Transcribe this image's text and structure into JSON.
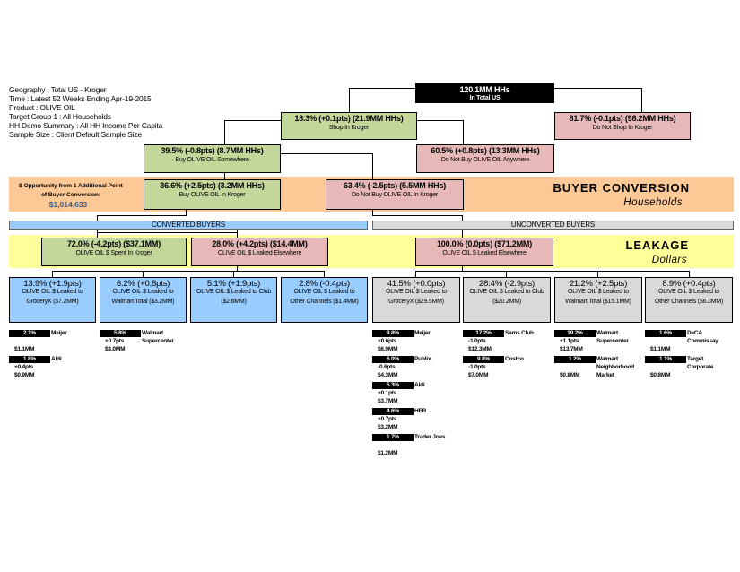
{
  "info": [
    "Geography : Total US - Kroger",
    "Time : Latest 52 Weeks Ending Apr-19-2015",
    "Product : OLIVE OIL",
    "Target Group 1 : All Households",
    "HH Demo Summary : All HH Income Per Capita",
    "Sample Size : Client Default Sample Size"
  ],
  "tree": {
    "total": {
      "title": "120.1MM HHs",
      "sub": "In Total US"
    },
    "shop": {
      "title": "18.3% (+0.1pts) (21.9MM HHs)",
      "sub": "Shop In Kroger"
    },
    "no_shop": {
      "title": "81.7% (-0.1pts) (98.2MM HHs)",
      "sub": "Do Not Shop In Kroger"
    },
    "buy_somewhere": {
      "title": "39.5% (-0.8pts) (8.7MM HHs)",
      "sub": "Buy OLIVE OIL Somewhere"
    },
    "no_buy_anywhere": {
      "title": "60.5% (+0.8pts) (13.3MM HHs)",
      "sub": "Do Not Buy OLIVE OIL Anywhere"
    },
    "buy_kroger": {
      "title": "36.6% (+2.5pts) (3.2MM HHs)",
      "sub": "Buy OLIVE OIL In Kroger"
    },
    "no_buy_kroger": {
      "title": "63.4% (-2.5pts) (5.5MM HHs)",
      "sub": "Do Not Buy OLIVE OIL In Kroger"
    }
  },
  "opportunity": {
    "line1": "$ Opportunity from 1 Additional Point",
    "line2": "of Buyer Conversion:",
    "value": "$1,014,633"
  },
  "buyer_conversion": {
    "title": "BUYER CONVERSION",
    "subtitle": "Households"
  },
  "leakage": {
    "title": "LEAKAGE",
    "subtitle": "Dollars"
  },
  "converted_label": "CONVERTED BUYERS",
  "unconverted_label": "UNCONVERTED BUYERS",
  "leak": {
    "spent_kroger": {
      "title": "72.0% (-4.2pts) ($37.1MM)",
      "sub": "OLIVE OIL $ Spent In Kroger"
    },
    "leaked_conv": {
      "title": "28.0% (+4.2pts) ($14.4MM)",
      "sub": "OLIVE OIL $ Leaked Elsewhere"
    },
    "leaked_unconv": {
      "title": "100.0% (0.0pts) ($71.2MM)",
      "sub": "OLIVE OIL $ Leaked Elsewhere"
    }
  },
  "channels": [
    {
      "title": "13.9% (+1.9pts)",
      "sub1": "OLIVE OIL $ Leaked to",
      "sub2": "GroceryX ($7.2MM)",
      "items": [
        {
          "pct": "2.1%",
          "name": "Meijer",
          "pts": "",
          "amt": "$1.1MM"
        },
        {
          "pct": "1.8%",
          "name": "Aldi",
          "pts": "+0.4pts",
          "amt": "$0.9MM"
        }
      ]
    },
    {
      "title": "6.2% (+0.8pts)",
      "sub1": "OLIVE OIL $ Leaked to",
      "sub2": "Walmart Total ($3.2MM)",
      "items": [
        {
          "pct": "5.8%",
          "name": "Walmart Supercenter",
          "pts": "+0.7pts",
          "amt": "$3.0MM"
        }
      ]
    },
    {
      "title": "5.1% (+1.9pts)",
      "sub1": "OLIVE OIL $ Leaked to Club",
      "sub2": "($2.6MM)",
      "items": []
    },
    {
      "title": "2.8% (-0.4pts)",
      "sub1": "OLIVE OIL $ Leaked to",
      "sub2": "Other Channels ($1.4MM)",
      "items": []
    },
    {
      "title": "41.5% (+0.0pts)",
      "sub1": "OLIVE OIL $ Leaked to",
      "sub2": "GroceryX ($29.5MM)",
      "items": [
        {
          "pct": "9.8%",
          "name": "Meijer",
          "pts": "+0.6pts",
          "amt": "$6.9MM"
        },
        {
          "pct": "6.0%",
          "name": "Publix",
          "pts": "-0.6pts",
          "amt": "$4.3MM"
        },
        {
          "pct": "5.3%",
          "name": "Aldi",
          "pts": "+0.1pts",
          "amt": "$3.7MM"
        },
        {
          "pct": "4.6%",
          "name": "HEB",
          "pts": "+0.7pts",
          "amt": "$3.2MM"
        },
        {
          "pct": "1.7%",
          "name": "Trader Joes",
          "pts": "",
          "amt": "$1.2MM"
        }
      ]
    },
    {
      "title": "28.4% (-2.9pts)",
      "sub1": "OLIVE OIL $ Leaked to Club",
      "sub2": "($20.2MM)",
      "items": [
        {
          "pct": "17.2%",
          "name": "Sams Club",
          "pts": "-1.0pts",
          "amt": "$12.3MM"
        },
        {
          "pct": "9.8%",
          "name": "Costco",
          "pts": "-1.0pts",
          "amt": "$7.0MM"
        }
      ]
    },
    {
      "title": "21.2% (+2.5pts)",
      "sub1": "OLIVE OIL $ Leaked to",
      "sub2": "Walmart Total ($15.1MM)",
      "items": [
        {
          "pct": "19.2%",
          "name": "Walmart Supercenter",
          "pts": "+1.1pts",
          "amt": "$13.7MM"
        },
        {
          "pct": "1.2%",
          "name": "Walmart Neighborhood Market",
          "pts": "",
          "amt": "$0.8MM"
        }
      ]
    },
    {
      "title": "8.9% (+0.4pts)",
      "sub1": "OLIVE OIL $ Leaked to",
      "sub2": "Other Channels ($6.3MM)",
      "items": [
        {
          "pct": "1.6%",
          "name": "DeCA Commissay",
          "pts": "",
          "amt": "$1.1MM"
        },
        {
          "pct": "1.1%",
          "name": "Target Corporate",
          "pts": "",
          "amt": "$0.8MM"
        }
      ]
    }
  ],
  "colors": {
    "green": "#c4d79b",
    "pink": "#e6b8b7",
    "blue": "#99ccff",
    "gray": "#d9d9d9",
    "orange": "#fcc896",
    "yellow": "#ffff99",
    "opportunity_value": "#366092"
  }
}
